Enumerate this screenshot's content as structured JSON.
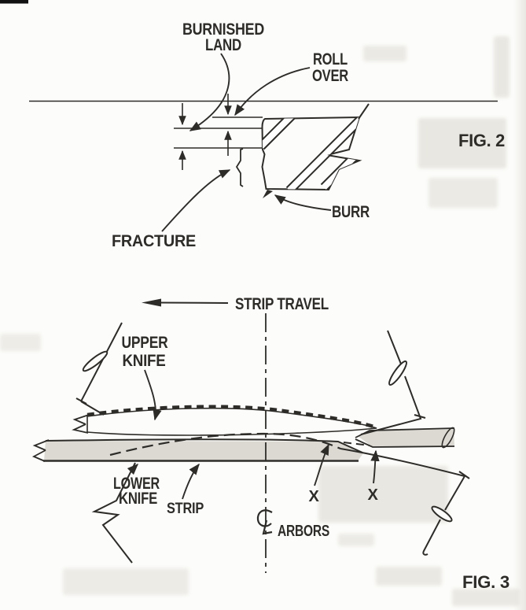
{
  "page": {
    "background": "#fcfcfa",
    "ink_color": "#2e2c29"
  },
  "fig2": {
    "caption": "FIG. 2",
    "section_fill": "#cfcdc7",
    "labels": {
      "burnished_line1": "BURNISHED",
      "burnished_line2": "LAND",
      "rollover_line1": "ROLL",
      "rollover_line2": "OVER",
      "fracture": "FRACTURE",
      "burr": "BURR"
    }
  },
  "fig3": {
    "caption": "FIG. 3",
    "upper_knife_fill": "#5e5c56",
    "strip_fill": "#dbd9d2",
    "labels": {
      "strip_travel": "STRIP TRAVEL",
      "upper_knife_line1": "UPPER",
      "upper_knife_line2": "KNIFE",
      "lower_knife_line1": "LOWER",
      "lower_knife_line2": "KNIFE",
      "strip": "STRIP",
      "arbors": "ARBORS",
      "x_left": "X",
      "x_right": "X"
    }
  }
}
